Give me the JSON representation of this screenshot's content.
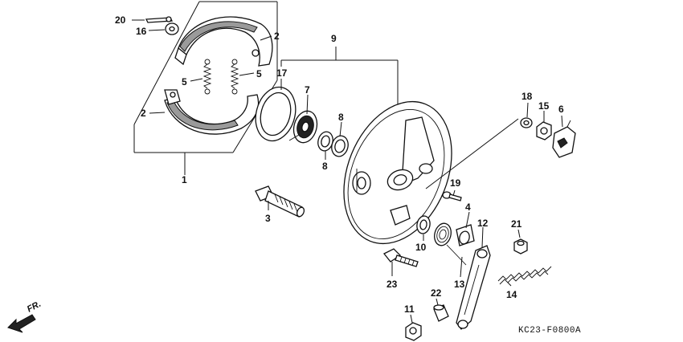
{
  "diagram": {
    "drawing_code": "KC23-F0800A",
    "direction_label": "FR.",
    "callouts": [
      "1",
      "2",
      "2",
      "3",
      "4",
      "5",
      "5",
      "6",
      "7",
      "8",
      "8",
      "9",
      "10",
      "11",
      "12",
      "13",
      "14",
      "15",
      "16",
      "17",
      "18",
      "19",
      "20",
      "21",
      "22",
      "23"
    ]
  }
}
